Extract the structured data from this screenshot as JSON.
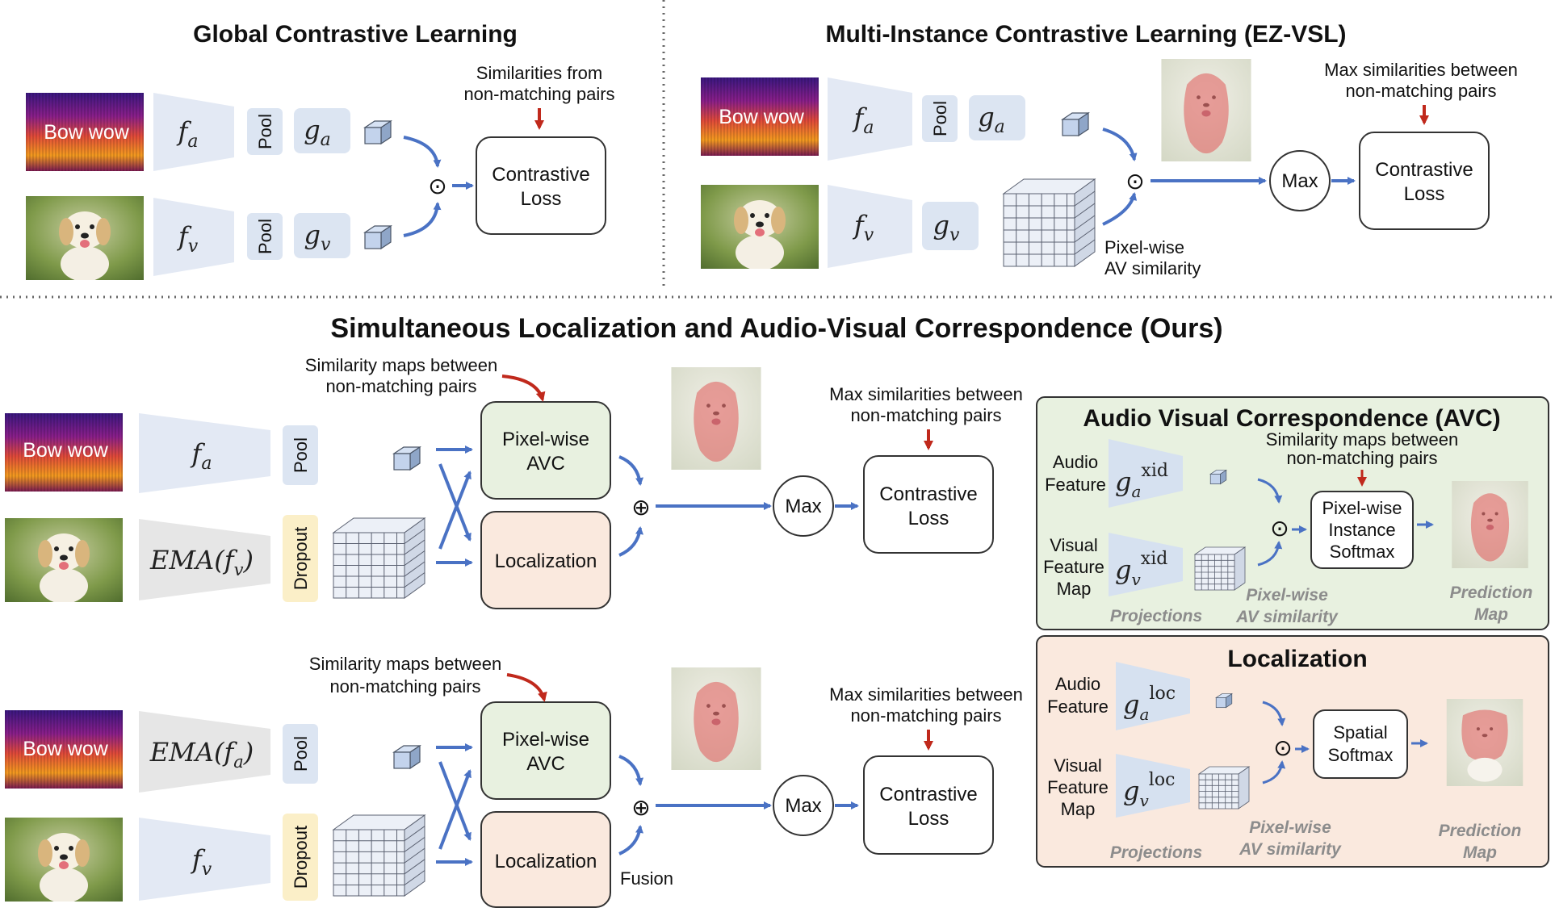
{
  "common": {
    "bow_wow": "Bow wow",
    "pool": "Pool",
    "dropout": "Dropout",
    "contrastive": "Contrastive",
    "loss": "Loss",
    "max": "Max",
    "pixelwise": "Pixel-wise",
    "avc": "AVC",
    "localization": "Localization"
  },
  "symbols": {
    "dot": "⊙",
    "plus": "⊕"
  },
  "top_left": {
    "title": "Global  Contrastive Learning",
    "note_line1": "Similarities from",
    "note_line2": "non-matching pairs"
  },
  "top_right": {
    "title": "Multi-Instance Contrastive Learning (EZ-VSL)",
    "note_line1": "Max similarities between",
    "note_line2": "non-matching pairs",
    "pixel_line1": "Pixel-wise",
    "pixel_line2": "AV similarity"
  },
  "ours": {
    "title": "Simultaneous Localization and Audio-Visual Correspondence (Ours)",
    "sim_maps_line1": "Similarity maps between",
    "sim_maps_line2": "non-matching pairs",
    "max_line1": "Max similarities between",
    "max_line2": "non-matching pairs",
    "fusion": "Fusion"
  },
  "avc_panel": {
    "title": "Audio Visual Correspondence (AVC)",
    "audio_l1": "Audio",
    "audio_l2": "Feature",
    "visual_l1": "Visual",
    "visual_l2": "Feature",
    "visual_l3": "Map",
    "note_l1": "Similarity maps between",
    "note_l2": "non-matching pairs",
    "box_l1": "Pixel-wise",
    "box_l2": "Instance",
    "box_l3": "Softmax",
    "projections": "Projections",
    "pix_l1": "Pixel-wise",
    "pix_l2": "AV similarity",
    "pred_l1": "Prediction",
    "pred_l2": "Map"
  },
  "loc_panel": {
    "title": "Localization",
    "audio_l1": "Audio",
    "audio_l2": "Feature",
    "visual_l1": "Visual",
    "visual_l2": "Feature",
    "visual_l3": "Map",
    "box_l1": "Spatial",
    "box_l2": "Softmax",
    "projections": "Projections",
    "pix_l1": "Pixel-wise",
    "pix_l2": "AV similarity",
    "pred_l1": "Prediction",
    "pred_l2": "Map"
  }
}
